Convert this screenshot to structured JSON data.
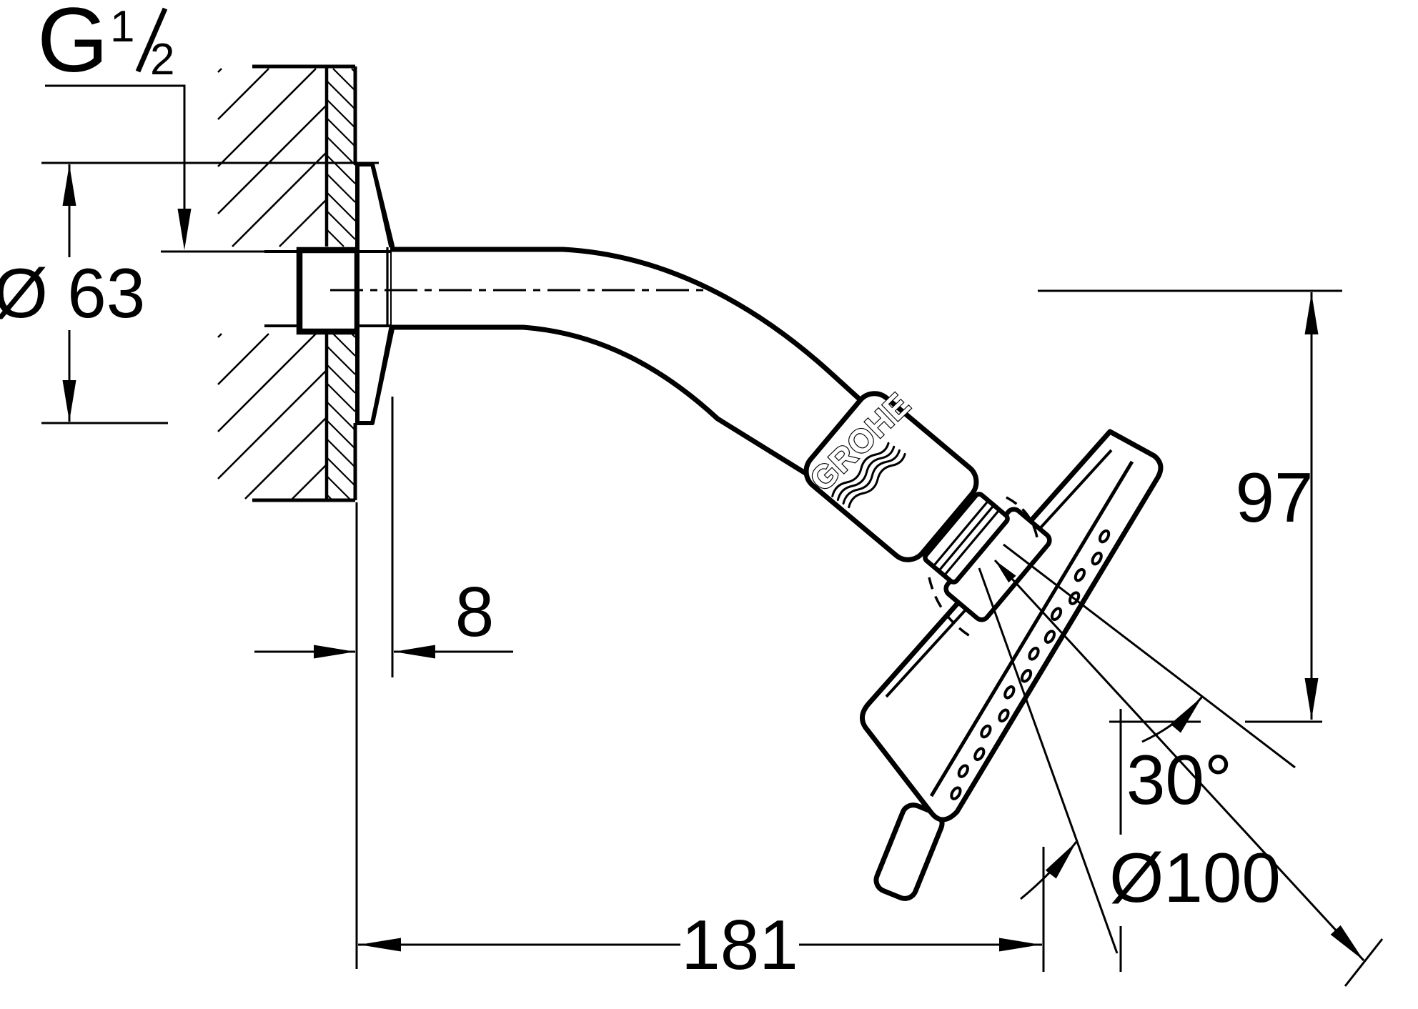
{
  "drawing": {
    "title_hint": "shower head with arm - dimensional drawing",
    "logo": "GROHE",
    "ink_color": "#000000",
    "paper_color": "#ffffff",
    "dim_thread_main": "G",
    "dim_thread_num": "1",
    "dim_thread_den": "2",
    "dim_thread_full": "G 1/2",
    "dim_flange_diameter": "Ø 63",
    "dim_wall_offset": "8",
    "dim_height": "97",
    "dim_angle": "30°",
    "dim_head_diameter": "Ø100",
    "dim_length": "181"
  }
}
